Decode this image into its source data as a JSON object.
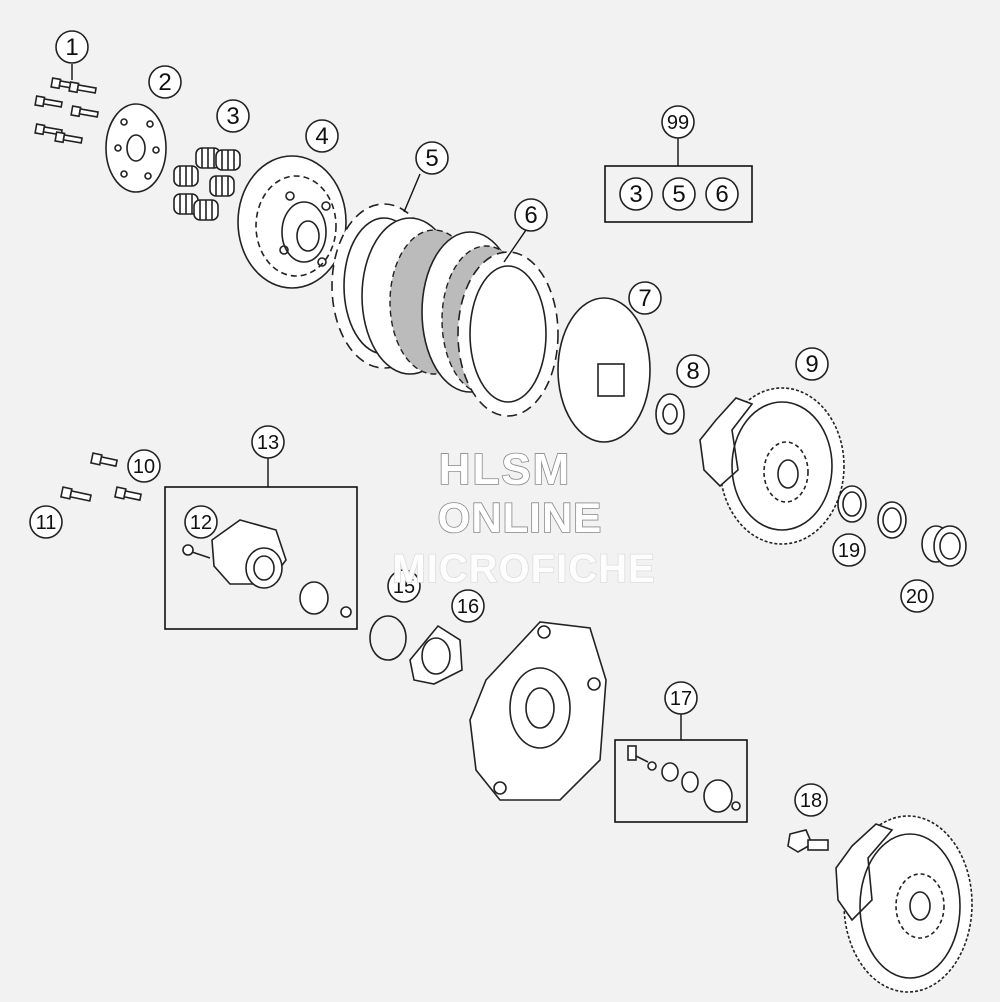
{
  "callouts": [
    {
      "id": "1",
      "label": "1"
    },
    {
      "id": "2",
      "label": "2"
    },
    {
      "id": "3",
      "label": "3"
    },
    {
      "id": "4",
      "label": "4"
    },
    {
      "id": "5",
      "label": "5"
    },
    {
      "id": "6",
      "label": "6"
    },
    {
      "id": "7",
      "label": "7"
    },
    {
      "id": "8",
      "label": "8"
    },
    {
      "id": "9",
      "label": "9"
    },
    {
      "id": "10",
      "label": "10"
    },
    {
      "id": "11",
      "label": "11"
    },
    {
      "id": "12",
      "label": "12"
    },
    {
      "id": "13",
      "label": "13"
    },
    {
      "id": "15",
      "label": "15"
    },
    {
      "id": "16",
      "label": "16"
    },
    {
      "id": "17",
      "label": "17"
    },
    {
      "id": "18",
      "label": "18"
    },
    {
      "id": "19",
      "label": "19"
    },
    {
      "id": "20",
      "label": "20"
    },
    {
      "id": "99",
      "label": "99"
    }
  ],
  "kit_99": {
    "items": [
      "3",
      "5",
      "6"
    ]
  },
  "watermark": {
    "line1": "HLSM",
    "line2": "ONLINE",
    "line3": "MICROFICHE"
  }
}
